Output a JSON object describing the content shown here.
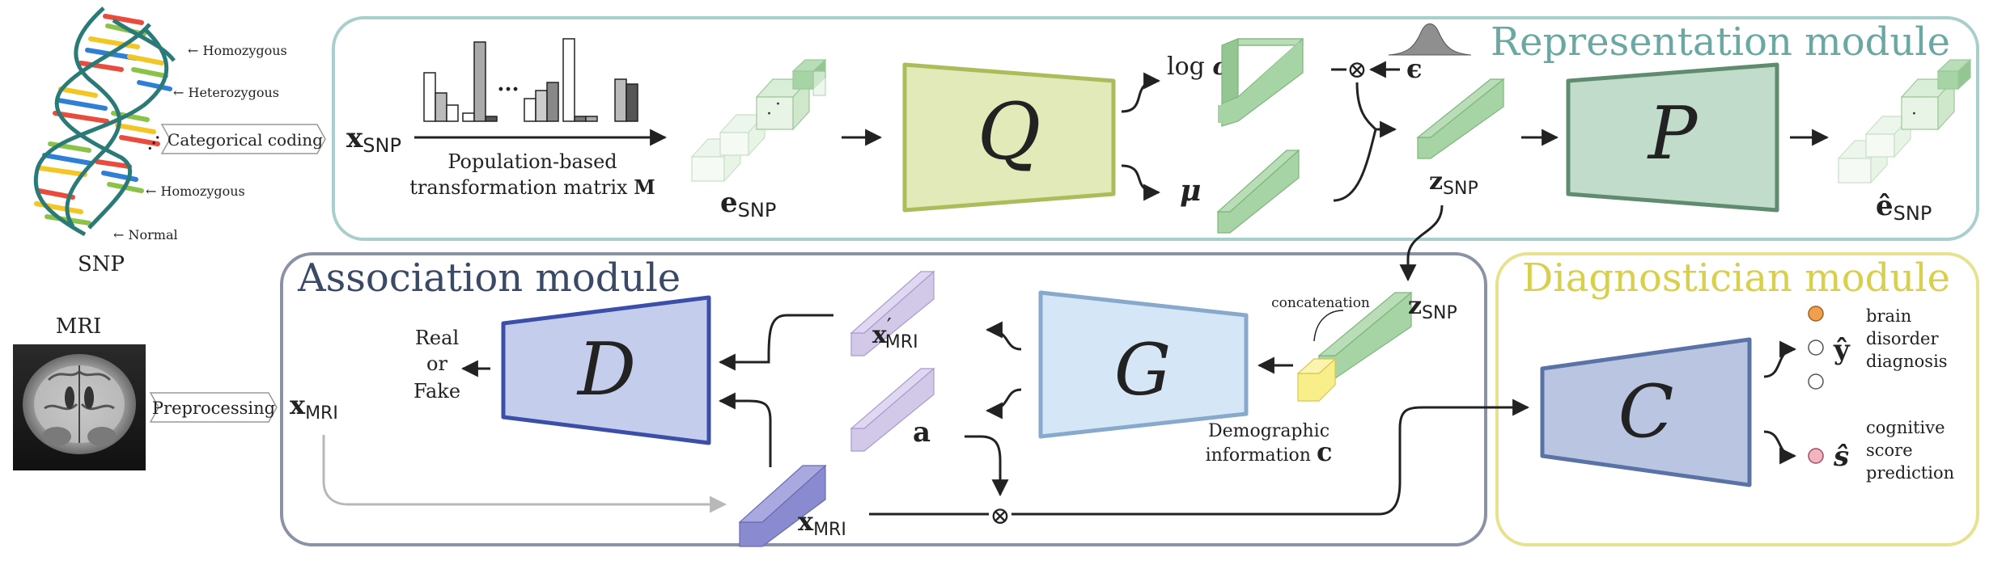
{
  "modules": {
    "representation": "Representation module",
    "association": "Association module",
    "diagnostician": "Diagnostician module"
  },
  "snp": {
    "caption": "SNP",
    "labels": [
      "Homozygous",
      "Heterozygous",
      "Homozygous",
      "Normal"
    ],
    "coding": "Categorical coding",
    "x_main": "x",
    "x_sub": "SNP",
    "matrix_line1": "Population-based",
    "matrix_line2": "transformation matrix",
    "matrix_symbol": "M",
    "ellipsis": "...",
    "e_main": "e",
    "e_sub": "SNP"
  },
  "networks": {
    "q": "Q",
    "p": "P",
    "d": "D",
    "g": "G",
    "c": "C"
  },
  "latent": {
    "log": "log",
    "sigma": "σ",
    "mu": "μ",
    "epsilon": "ϵ",
    "otimes": "⊗",
    "z_main": "z",
    "z_sub": "SNP",
    "ehat_main": "ê",
    "ehat_sub": "SNP"
  },
  "mri": {
    "caption": "MRI",
    "preprocessing": "Preprocessing",
    "x_main": "x",
    "x_sub": "MRI",
    "xprime_main": "x",
    "xprime_prime": "′",
    "xprime_sub": "MRI",
    "a": "a"
  },
  "association": {
    "real": "Real",
    "or": "or",
    "fake": "Fake",
    "concatenation": "concatenation",
    "z_main": "z",
    "z_sub": "SNP",
    "demo_line1": "Demographic",
    "demo_line2": "information",
    "c": "c"
  },
  "diagnostician": {
    "yhat": "ŷ",
    "shat": "ŝ",
    "dx_line1": "brain",
    "dx_line2": "disorder",
    "dx_line3": "diagnosis",
    "cs_line1": "cognitive",
    "cs_line2": "score",
    "cs_line3": "prediction"
  },
  "colors": {
    "representation_frame": "#a9cfcc",
    "representation_title": "#6aa9a3",
    "association_frame": "#8a93a5",
    "association_title": "#3a4a66",
    "diagnostician_frame": "#e6e28e",
    "diagnostician_title": "#d8cf4a",
    "q_fill": "#e1eab8",
    "q_stroke": "#a9bd5a",
    "p_fill": "#c2dccb",
    "p_stroke": "#5f8c6f",
    "d_fill": "#c4cdeb",
    "d_stroke": "#3c4fa8",
    "g_fill": "#d5e6f6",
    "g_stroke": "#86a9cc",
    "c_fill": "#bac5e2",
    "c_stroke": "#5a73a6",
    "green_block": "#a6d4a4",
    "purple_block": "#d2c9e8",
    "dark_purple_block": "#8a8ad0",
    "yellow_block": "#f8ee8a",
    "orange_dot": "#f0a04c",
    "pink_dot": "#f2b4be"
  }
}
